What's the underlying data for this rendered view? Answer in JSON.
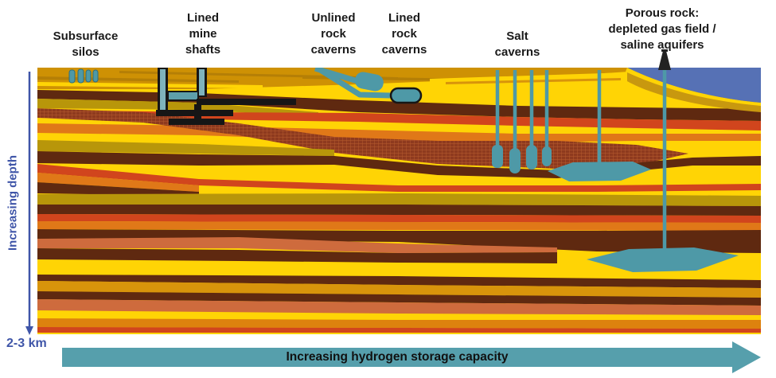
{
  "labels": {
    "subsurface_silos": "Subsurface\nsilos",
    "lined_mine_shafts": "Lined\nmine\nshafts",
    "unlined_rock_caverns": "Unlined\nrock\ncaverns",
    "lined_rock_caverns": "Lined\nrock\ncaverns",
    "salt_caverns": "Salt\ncaverns",
    "porous_rock": "Porous rock:\ndepleted gas field /\nsaline aquifers"
  },
  "axes": {
    "depth_label": "Increasing depth",
    "depth_range": "2-3 km",
    "capacity_label": "Increasing hydrogen storage capacity"
  },
  "colors": {
    "storage_teal": "#4E99A7",
    "arrow_teal": "#569FAC",
    "water_blue": "#5671B5",
    "axis_blue": "#3F55A8",
    "sediment_yellow": "#FFD405",
    "sediment_amber": "#CE9104",
    "sediment_orange": "#E07818",
    "sediment_red": "#D1451D",
    "sediment_brown": "#5F2910",
    "salt_layer_hatched": "#8E3A1E",
    "mine_structure_black": "#161616"
  }
}
